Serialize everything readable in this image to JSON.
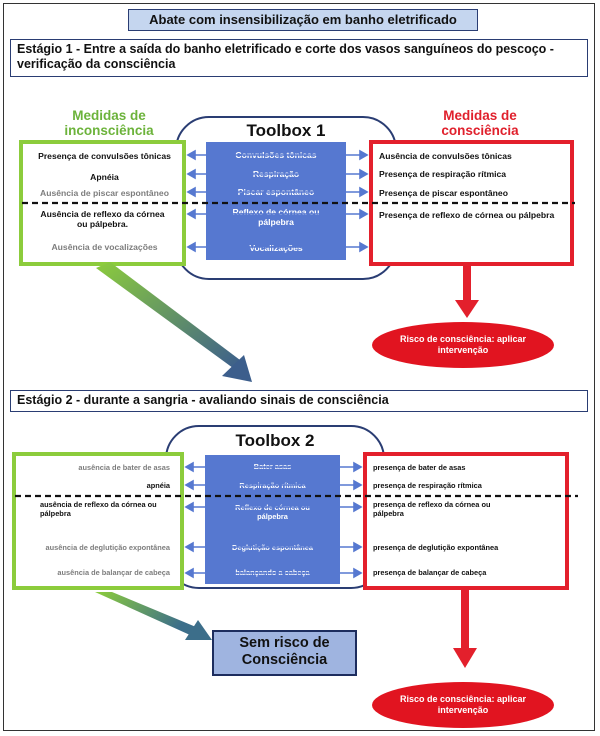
{
  "title": "Abate com insensibilização em banho eletrificado",
  "stage1": {
    "label": "Estágio 1 - Entre a saída do banho eletrificado e corte dos vasos sanguíneos do pescoço - verificação da consciência",
    "toolbox_title": "Toolbox 1",
    "left_header": "Medidas de inconsciência",
    "right_header": "Medidas de consciência",
    "left_items": [
      "Presença de convulsões tônicas",
      "Apnéia",
      "Ausência de piscar espontâneo",
      "Ausência de reflexo da córnea ou pálpebra.",
      "Ausência de vocalizações"
    ],
    "center_items": [
      "Convulsões tônicas",
      "Respiração",
      "Piscar espontâneo",
      "Reflexo de córnea ou pálpebra",
      "Vocalizações"
    ],
    "right_items": [
      "Ausência de convulsões tônicas",
      "Presença de respiração rítmica",
      "Presença de piscar espontâneo",
      "Presença de reflexo de córnea ou pálpebra"
    ],
    "risk_label": "Risco de consciência: aplicar intervenção"
  },
  "stage2": {
    "label": "Estágio 2 - durante a sangria - avaliando sinais de consciência",
    "toolbox_title": "Toolbox 2",
    "left_items": [
      "ausência de bater de asas",
      "apnéia",
      "ausência de reflexo da córnea ou pálpebra",
      "ausência de deglutição expontânea",
      "ausência de balançar de cabeça"
    ],
    "center_items": [
      "Bater asas",
      "Respiração rítmica",
      "Reflexo de córnea ou pálpebra",
      "Deglutição espontânea",
      "balançando a cabeça"
    ],
    "right_items": [
      "presença de bater de asas",
      "presença de respiração rítmica",
      "presença de reflexo da córnea ou pálpebra",
      "presença de deglutição expontânea",
      "presença de balançar de cabeça"
    ],
    "no_risk_label": "Sem risco de Consciência",
    "risk_label": "Risco de consciência: aplicar intervenção"
  },
  "colors": {
    "green": "#8ccc3c",
    "red": "#e3202c",
    "blue": "#5678d0",
    "navy": "#2a3d73"
  }
}
